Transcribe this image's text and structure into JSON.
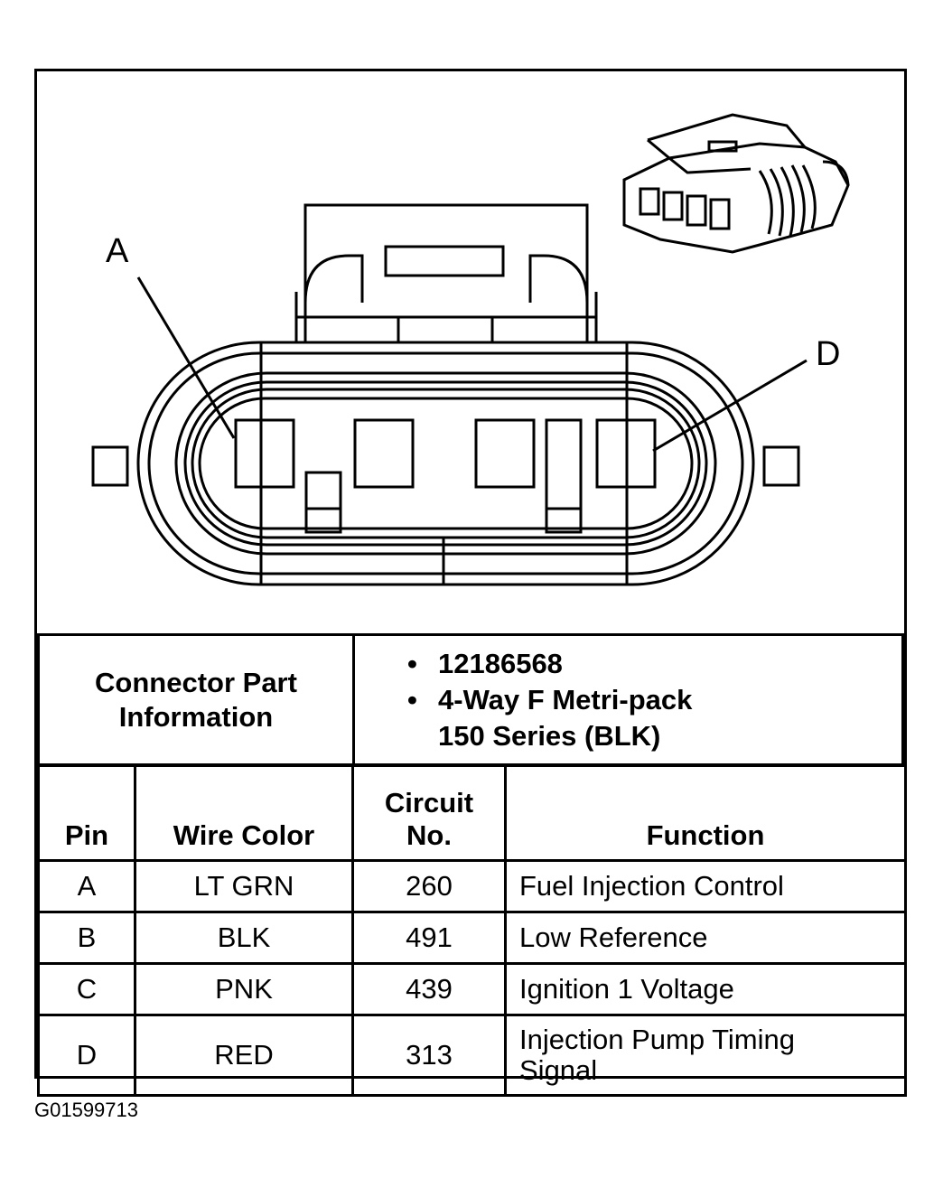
{
  "diagram": {
    "pin_labels": {
      "first": "A",
      "last": "D"
    }
  },
  "part_info": {
    "title_line1": "Connector Part",
    "title_line2": "Information",
    "bullet": "•",
    "part_number": "12186568",
    "description_line1": "4-Way F Metri-pack",
    "description_line2": "150 Series (BLK)"
  },
  "pin_table": {
    "headers": {
      "pin": "Pin",
      "wire_color": "Wire Color",
      "circuit_line1": "Circuit",
      "circuit_line2": "No.",
      "function": "Function"
    },
    "rows": [
      {
        "pin": "A",
        "wire_color": "LT GRN",
        "circuit": "260",
        "function": "Fuel Injection Control"
      },
      {
        "pin": "B",
        "wire_color": "BLK",
        "circuit": "491",
        "function": "Low Reference"
      },
      {
        "pin": "C",
        "wire_color": "PNK",
        "circuit": "439",
        "function": "Ignition 1 Voltage"
      },
      {
        "pin": "D",
        "wire_color": "RED",
        "circuit": "313",
        "function_line1": "Injection Pump Timing",
        "function_line2": "Signal"
      }
    ]
  },
  "figure_id": "G01599713"
}
